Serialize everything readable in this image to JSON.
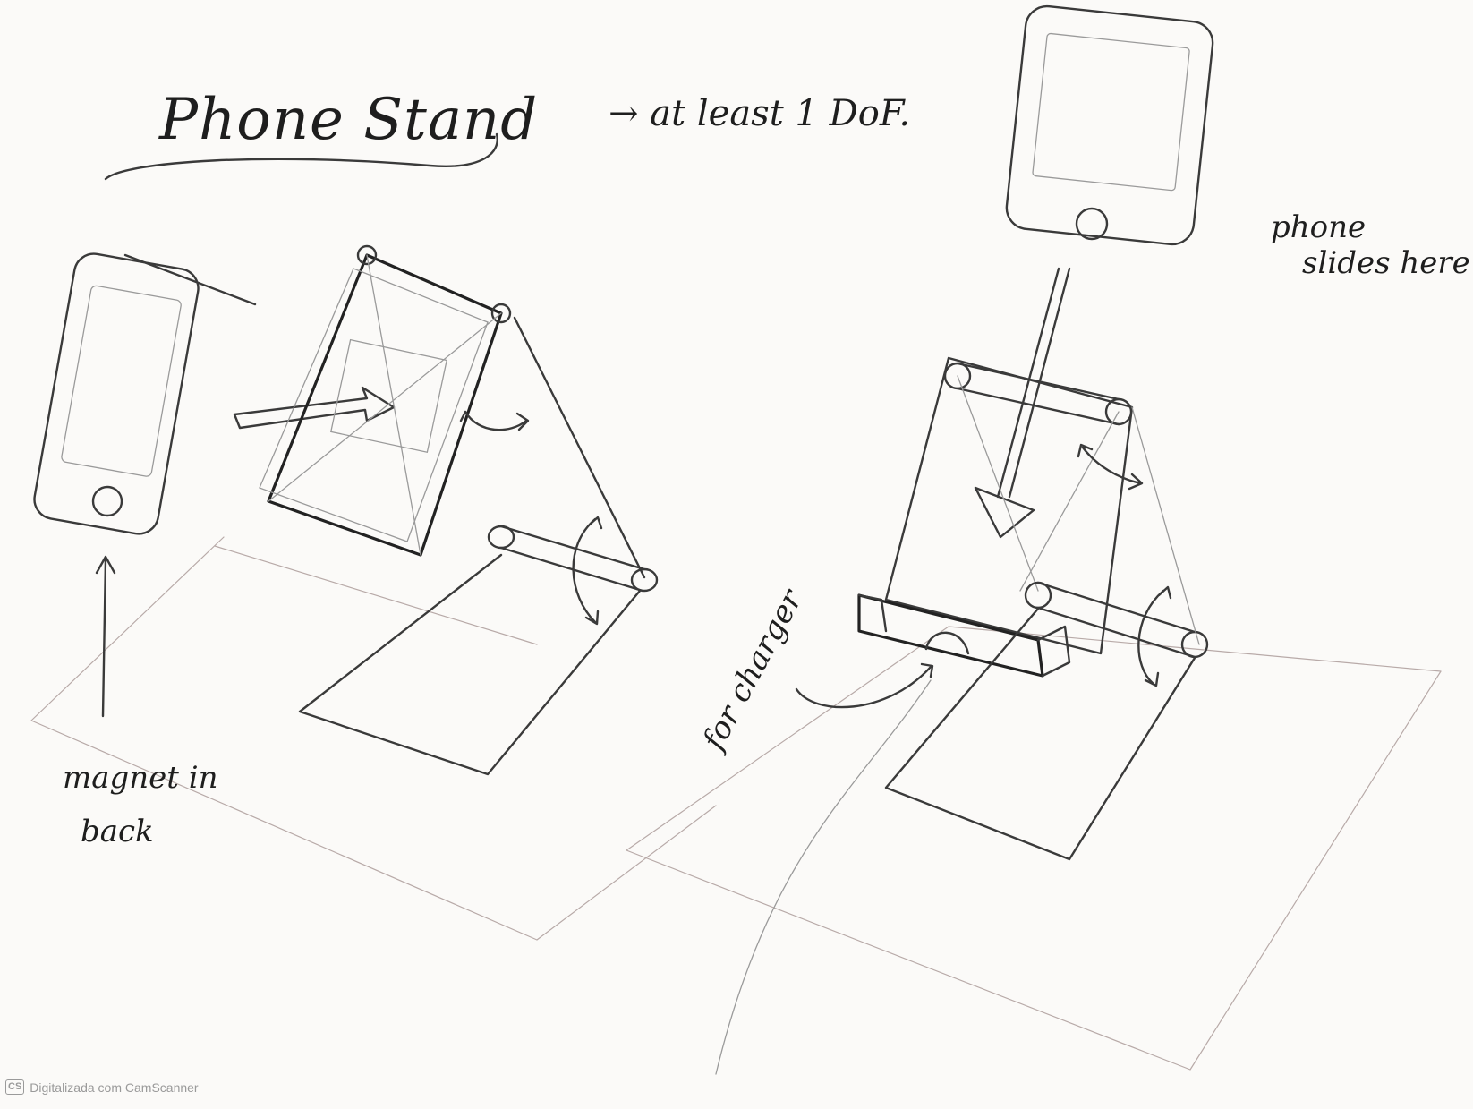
{
  "title": "Phone Stand",
  "requirement": "→ at least 1 DoF.",
  "annotations": {
    "magnet": [
      "magnet in",
      "back"
    ],
    "slides": [
      "phone",
      "slides here"
    ],
    "charger": "for charger"
  },
  "footer": {
    "icon": "CS",
    "text": "Digitalizada com CamScanner"
  }
}
